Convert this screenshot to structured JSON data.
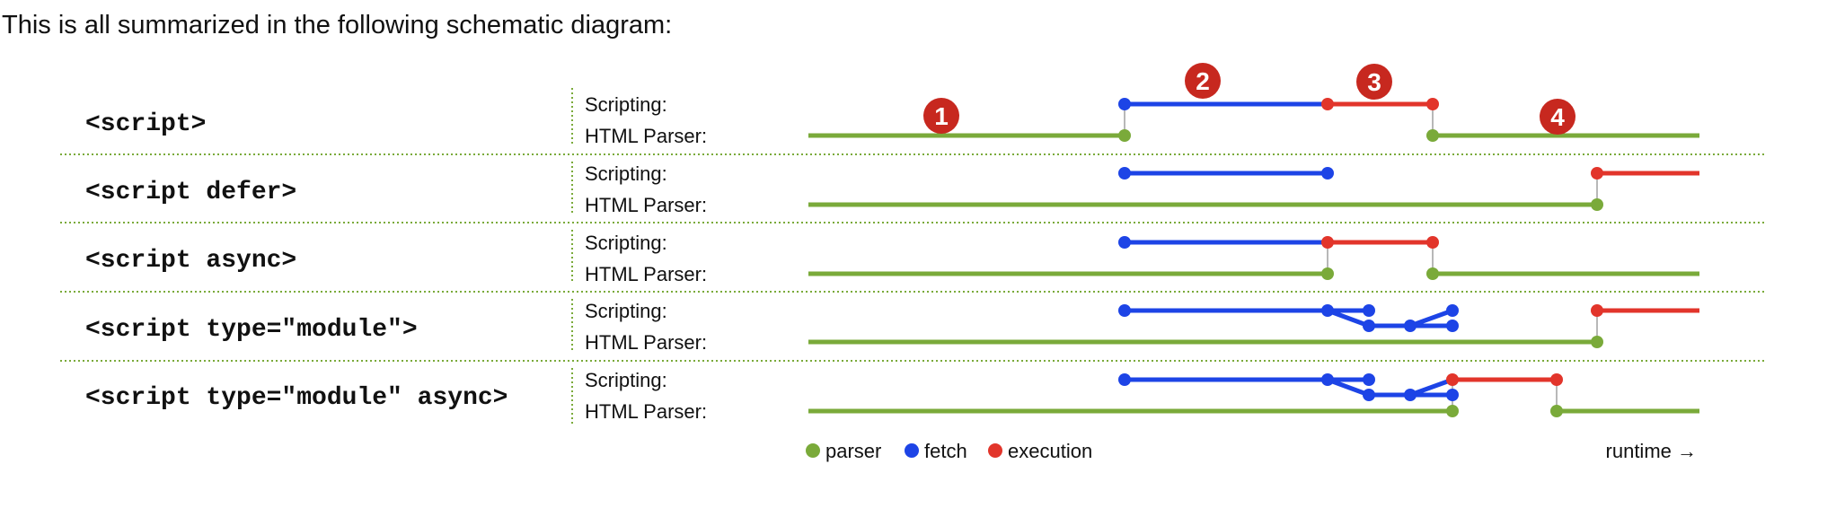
{
  "intro_text": "This is all summarized in the following schematic diagram:",
  "track_labels": {
    "scripting": "Scripting:",
    "parser": "HTML Parser:"
  },
  "rows": [
    {
      "label": "<script>"
    },
    {
      "label": "<script defer>"
    },
    {
      "label": "<script async>"
    },
    {
      "label": "<script type=\"module\">"
    },
    {
      "label": "<script type=\"module\" async>"
    }
  ],
  "markers": [
    "1",
    "2",
    "3",
    "4"
  ],
  "legend": {
    "parser": "parser",
    "fetch": "fetch",
    "execution": "execution"
  },
  "runtime_label": "runtime →",
  "colors": {
    "parser": "#7aaa3a",
    "fetch": "#1d44e6",
    "execution": "#e2352b",
    "marker": "#c7281f",
    "connector": "#b8b8b8",
    "separator": "#7aaa3a"
  }
}
